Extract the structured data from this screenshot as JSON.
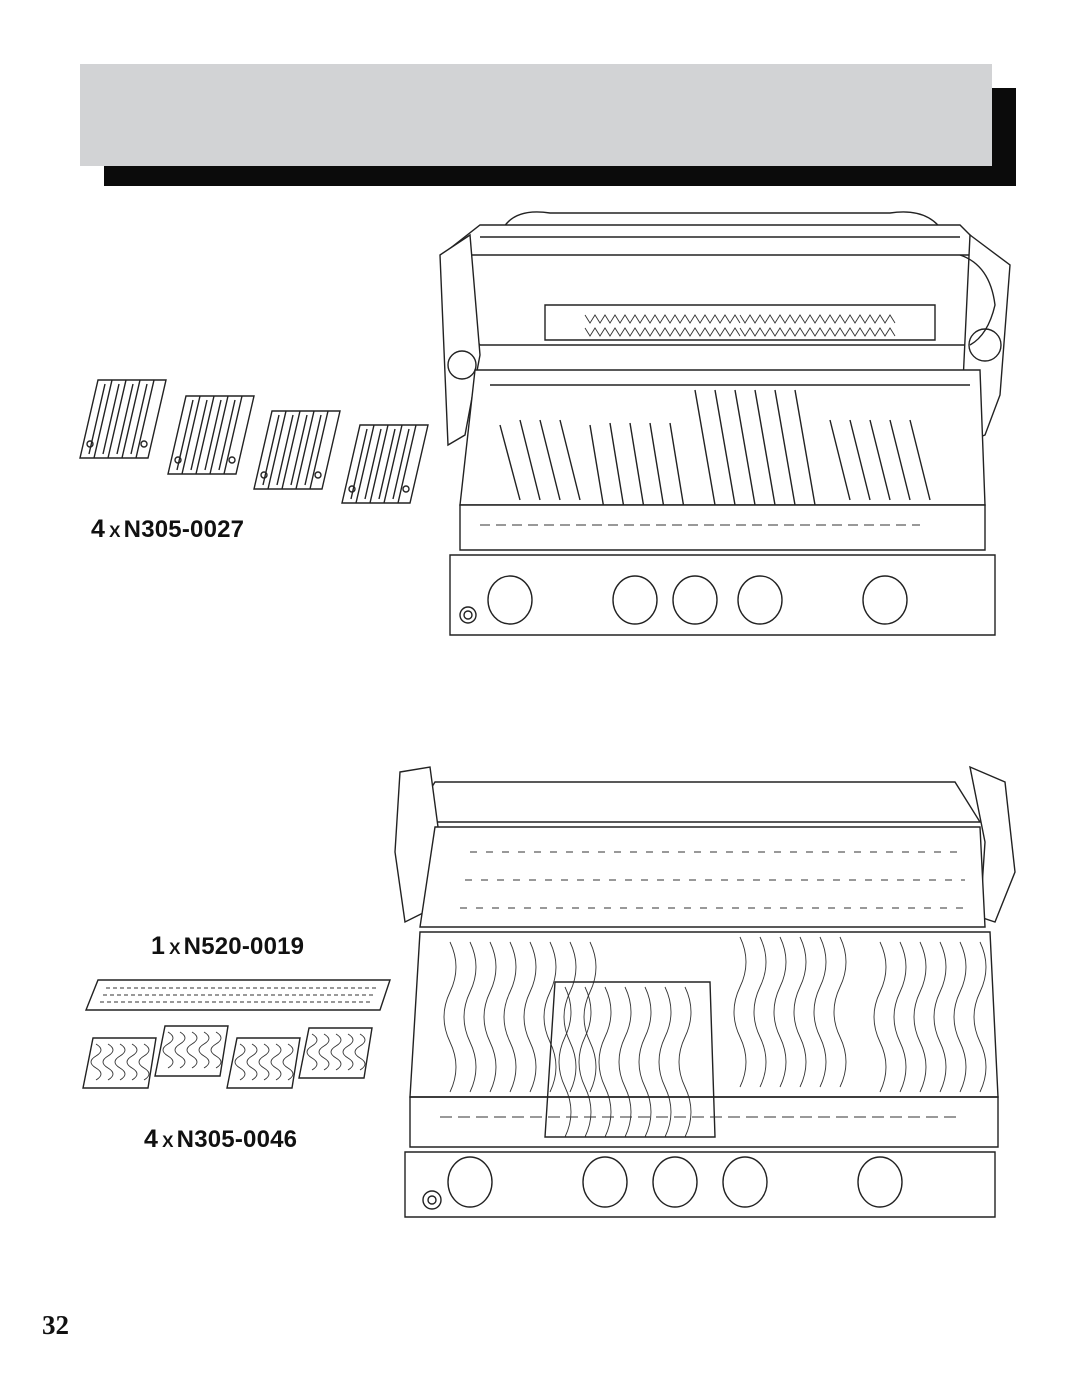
{
  "page": {
    "number": "32"
  },
  "header": {
    "title": ""
  },
  "figures": [
    {
      "name": "flavorizer-bars-figure",
      "label": {
        "qty": "4",
        "x": "X",
        "code": "N305-0027"
      }
    },
    {
      "name": "cooking-grids-figure",
      "labels": [
        {
          "qty": "1",
          "x": "X",
          "code": "N520-0019"
        },
        {
          "qty": "4",
          "x": "X",
          "code": "N305-0046"
        }
      ]
    }
  ],
  "colors": {
    "header_bar": "#d2d3d5",
    "header_shadow": "#0b0b0b",
    "line_art": "#222222"
  }
}
